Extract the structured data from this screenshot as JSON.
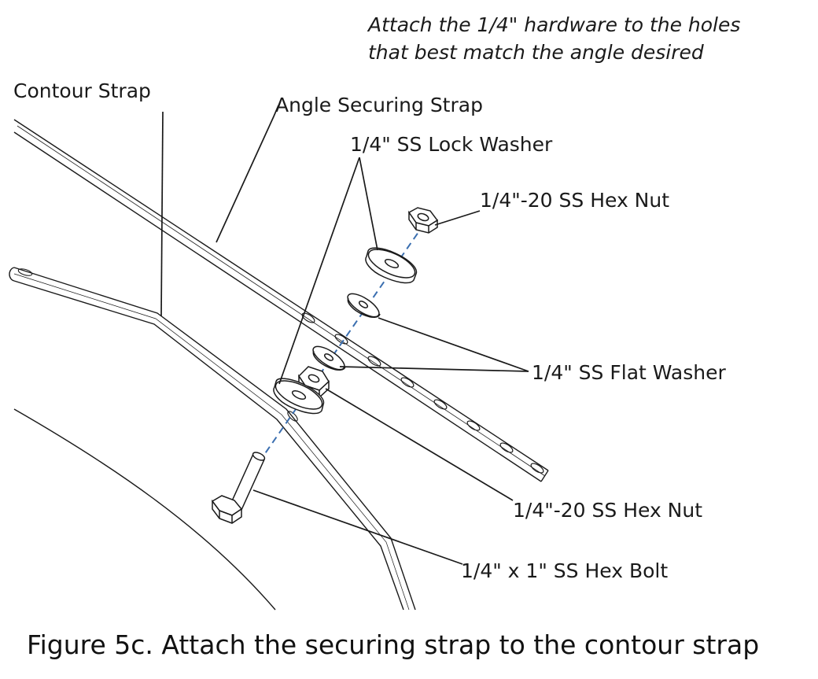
{
  "note": {
    "line1": "Attach the 1/4\" hardware to the holes",
    "line2": "that best match the angle desired"
  },
  "labels": {
    "contour_strap": "Contour Strap",
    "angle_securing_strap": "Angle Securing Strap",
    "lock_washer": "1/4\" SS Lock Washer",
    "hex_nut_top": "1/4\"-20 SS Hex Nut",
    "flat_washer": "1/4\" SS Flat Washer",
    "hex_nut_bottom": "1/4\"-20 SS Hex Nut",
    "hex_bolt": "1/4\" x 1\" SS Hex Bolt"
  },
  "caption": "Figure 5c. Attach the securing strap to the contour strap",
  "colors": {
    "line": "#1a1a1a",
    "axis_dash": "#3b6fb0",
    "background": "#ffffff"
  }
}
